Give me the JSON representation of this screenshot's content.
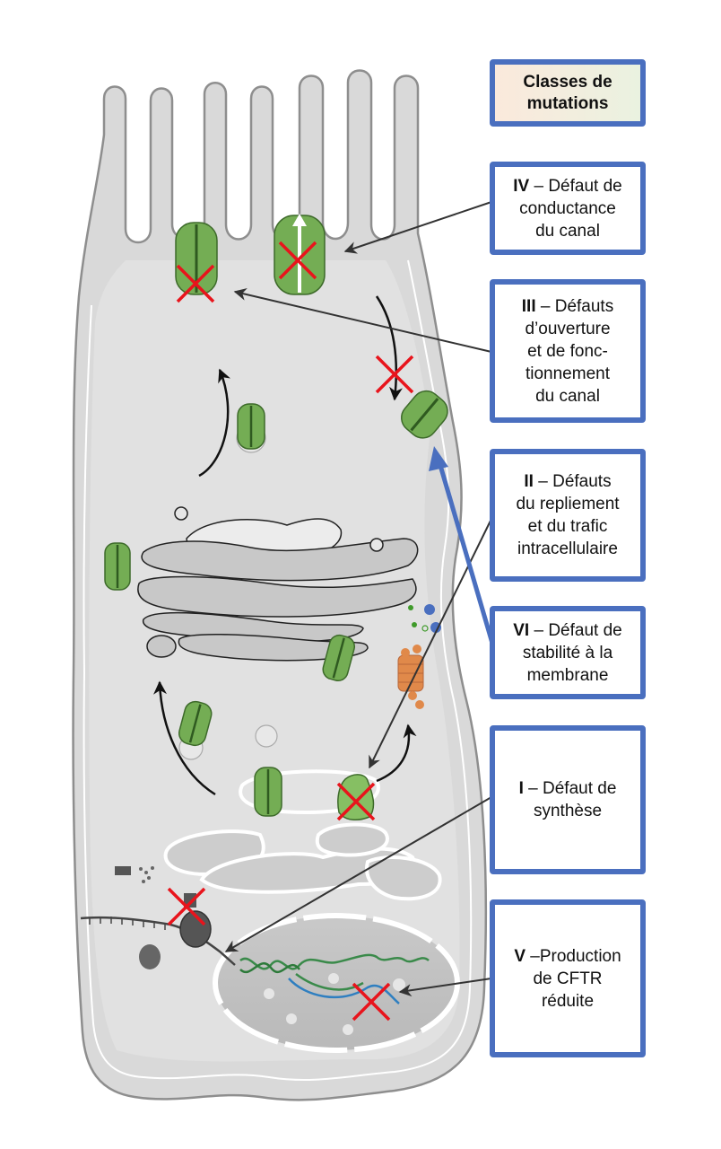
{
  "figure": {
    "description": "CFTR mutation classes mapped onto an epithelial cell",
    "colors": {
      "box_border": "#4a6fbf",
      "title_bg_left": "#fbe9dc",
      "title_bg_right": "#eaf2e0",
      "cell_fill": "#dcdcdc",
      "cell_border": "#9a9a9a",
      "channel_green": "#6fa84f",
      "cross_red": "#e8141c",
      "class_vi_arrow": "#4a6fbf",
      "proteasome_orange": "#e0894a"
    }
  },
  "title_box": {
    "lines": [
      "Classes de",
      "mutations"
    ]
  },
  "classes": [
    {
      "id": "IV",
      "roman": "IV",
      "lines": [
        " – Défaut de",
        "conductance",
        "du canal"
      ]
    },
    {
      "id": "III",
      "roman": "III",
      "lines": [
        " – Défauts",
        "d’ouverture",
        "et de fonc-",
        "tionnement",
        "du canal"
      ]
    },
    {
      "id": "II",
      "roman": "II",
      "lines": [
        " – Défauts",
        "du repliement",
        "et du trafic",
        "intracellulaire"
      ]
    },
    {
      "id": "VI",
      "roman": "VI",
      "lines": [
        " – Défaut de",
        "stabilité à la",
        "membrane"
      ]
    },
    {
      "id": "I",
      "roman": "I",
      "lines": [
        " – Défaut de",
        "synthèse"
      ]
    },
    {
      "id": "V",
      "roman": "V",
      "lines": [
        " –Production",
        "de CFTR",
        "réduite"
      ]
    }
  ]
}
